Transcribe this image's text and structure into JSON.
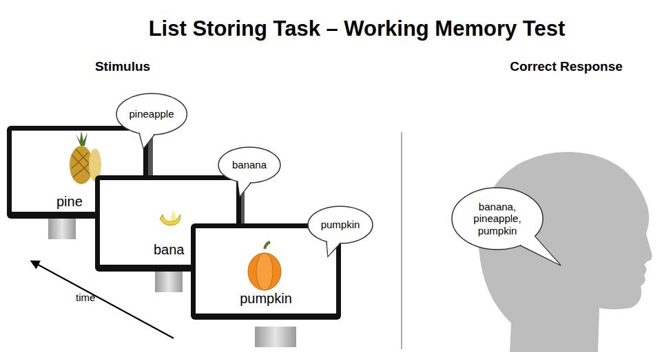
{
  "diagram": {
    "title": "List Storing Task – Working Memory Test",
    "nodes": [
      {
        "text": [
          "pineapple"
        ]
      },
      {
        "text": [
          "banana"
        ]
      },
      {
        "text": [
          "pumpkin"
        ]
      },
      {
        "text": [
          "banana, pineapple, pumpkin"
        ]
      }
    ],
    "labels": [
      "Stimulus",
      "Correct Response",
      "time",
      "pine",
      "bana",
      "pumpkin"
    ]
  }
}
